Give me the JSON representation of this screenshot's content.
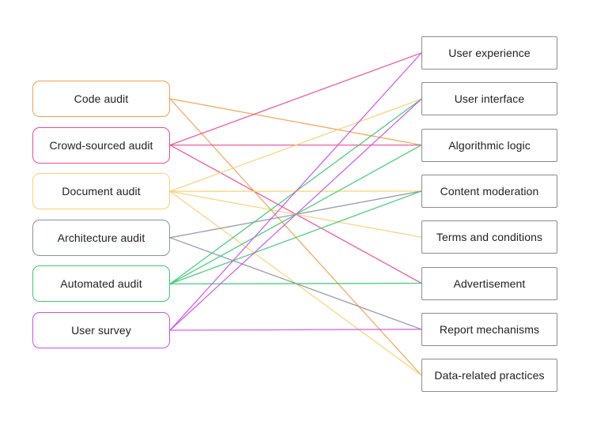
{
  "diagram": {
    "left_nodes": [
      {
        "id": "code-audit",
        "label": "Code audit",
        "color": "#F5A14B"
      },
      {
        "id": "crowd-sourced-audit",
        "label": "Crowd-sourced audit",
        "color": "#F04A94"
      },
      {
        "id": "document-audit",
        "label": "Document audit",
        "color": "#FAD171"
      },
      {
        "id": "architecture-audit",
        "label": "Architecture audit",
        "color": "#8B929D"
      },
      {
        "id": "automated-audit",
        "label": "Automated audit",
        "color": "#3ACB72"
      },
      {
        "id": "user-survey",
        "label": "User survey",
        "color": "#CE4FF0"
      }
    ],
    "right_nodes": [
      {
        "id": "user-experience",
        "label": "User experience"
      },
      {
        "id": "user-interface",
        "label": "User interface"
      },
      {
        "id": "algorithmic-logic",
        "label": "Algorithmic logic"
      },
      {
        "id": "content-moderation",
        "label": "Content moderation"
      },
      {
        "id": "terms-and-conditions",
        "label": "Terms and conditions"
      },
      {
        "id": "advertisement",
        "label": "Advertisement"
      },
      {
        "id": "report-mechanisms",
        "label": "Report mechanisms"
      },
      {
        "id": "data-related-practices",
        "label": "Data-related practices"
      }
    ],
    "edges": [
      {
        "from": "code-audit",
        "to": "algorithmic-logic"
      },
      {
        "from": "code-audit",
        "to": "data-related-practices"
      },
      {
        "from": "crowd-sourced-audit",
        "to": "user-experience"
      },
      {
        "from": "crowd-sourced-audit",
        "to": "algorithmic-logic"
      },
      {
        "from": "crowd-sourced-audit",
        "to": "advertisement"
      },
      {
        "from": "document-audit",
        "to": "user-interface"
      },
      {
        "from": "document-audit",
        "to": "content-moderation"
      },
      {
        "from": "document-audit",
        "to": "terms-and-conditions"
      },
      {
        "from": "document-audit",
        "to": "data-related-practices"
      },
      {
        "from": "architecture-audit",
        "to": "content-moderation"
      },
      {
        "from": "architecture-audit",
        "to": "report-mechanisms"
      },
      {
        "from": "automated-audit",
        "to": "user-interface"
      },
      {
        "from": "automated-audit",
        "to": "algorithmic-logic"
      },
      {
        "from": "automated-audit",
        "to": "content-moderation"
      },
      {
        "from": "automated-audit",
        "to": "advertisement"
      },
      {
        "from": "user-survey",
        "to": "user-experience"
      },
      {
        "from": "user-survey",
        "to": "user-interface"
      },
      {
        "from": "user-survey",
        "to": "report-mechanisms"
      }
    ],
    "right_border_color": "#8C8C8C",
    "text_color": "#1F1F1F",
    "background_color": "#FFFFFF"
  }
}
